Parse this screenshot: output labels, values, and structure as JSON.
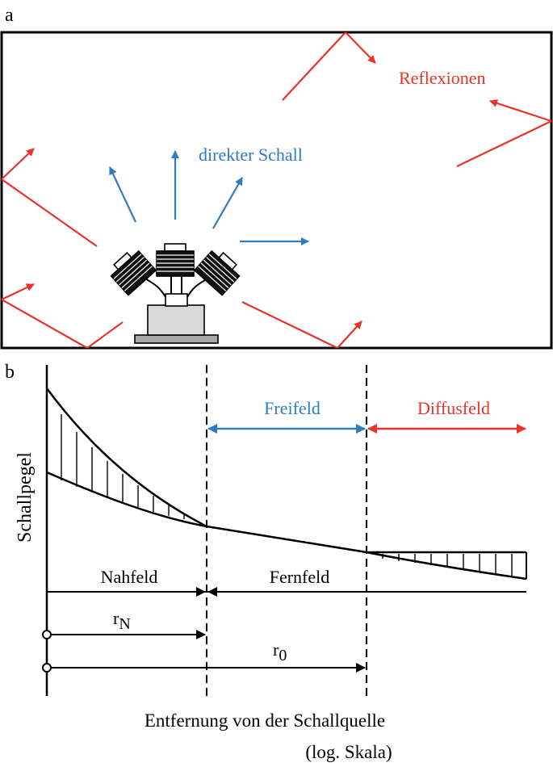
{
  "panel_a": {
    "label": "a",
    "reflections_label": "Reflexionen",
    "direct_sound_label": "direkter Schall",
    "colors": {
      "reflection": "#e8332a",
      "direct": "#2f7bbf"
    }
  },
  "panel_b": {
    "label": "b",
    "y_axis_label": "Schallpegel",
    "x_axis_label_line1": "Entfernung von der Schallquelle",
    "x_axis_label_line2": "(log. Skala)",
    "free_field_label": "Freifeld",
    "diffuse_field_label": "Diffusfeld",
    "near_field_label": "Nahfeld",
    "far_field_label": "Fernfeld",
    "r_n_base": "r",
    "r_n_sub": "N",
    "r_0_base": "r",
    "r_0_sub": "0"
  }
}
